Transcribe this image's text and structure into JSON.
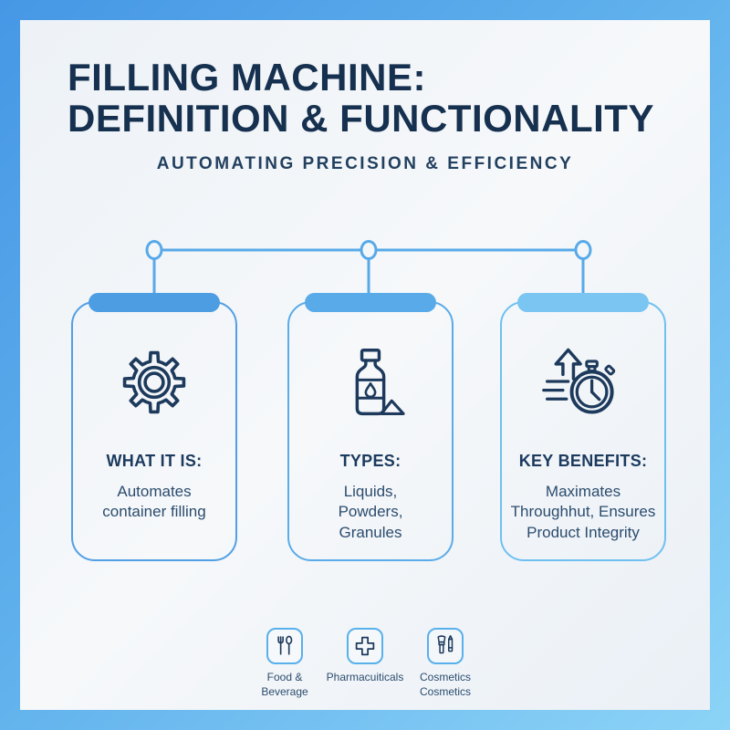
{
  "palette": {
    "frame_gradient_start": "#4697e5",
    "frame_gradient_end": "#8cd3f7",
    "canvas_background": "#f2f5f9",
    "title_navy": "#16304f",
    "body_text": "#2b4c6e",
    "accent_blue": "#58a9e8",
    "icon_stroke": "#1d3a5c"
  },
  "header": {
    "title_line1": "FILLING MACHINE:",
    "title_line2": "DEFINITION & FUNCTIONALITY",
    "subtitle": "AUTOMATING PRECISION & EFFICIENCY"
  },
  "cards": [
    {
      "icon": "gear-icon",
      "heading": "WHAT IT IS:",
      "body": "Automates container filling",
      "pill_color": "#4d9de2"
    },
    {
      "icon": "bottle-icon",
      "heading": "TYPES:",
      "body": "Liquids, Powders, Granules",
      "pill_color": "#58aae8"
    },
    {
      "icon": "stopwatch-speed-icon",
      "heading": "KEY BENEFITS:",
      "body": "Maximates Throughhut, Ensures Product Integrity",
      "pill_color": "#7ac5f1"
    }
  ],
  "industries": [
    {
      "icon": "cutlery-icon",
      "label": "Food & Beverage"
    },
    {
      "icon": "medical-cross-icon",
      "label": "Pharmacuiticals"
    },
    {
      "icon": "cosmetics-icon",
      "label": "Cosmetics Cosmetics"
    }
  ]
}
